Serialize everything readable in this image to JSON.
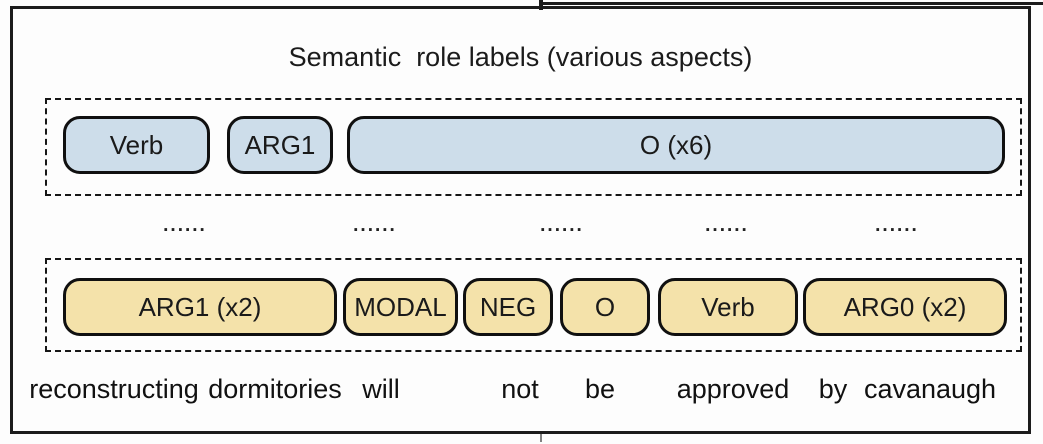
{
  "title": "Semantic  role labels (various aspects)",
  "ellipsis": {
    "dots": "......"
  },
  "top_group": {
    "tags": [
      {
        "text": "Verb"
      },
      {
        "text": "ARG1"
      },
      {
        "text": "O (x6)"
      }
    ]
  },
  "bottom_group": {
    "tags": [
      {
        "text": "ARG1 (x2)"
      },
      {
        "text": "MODAL"
      },
      {
        "text": "NEG"
      },
      {
        "text": "O"
      },
      {
        "text": "Verb"
      },
      {
        "text": "ARG0 (x2)"
      }
    ]
  },
  "sentence": {
    "full": "reconstructing dormitories will not be approved by cavanaugh",
    "words": [
      {
        "text": "reconstructing"
      },
      {
        "text": "dormitories"
      },
      {
        "text": "will"
      },
      {
        "text": "not"
      },
      {
        "text": "be"
      },
      {
        "text": "approved"
      },
      {
        "text": "by"
      },
      {
        "text": "cavanaugh"
      }
    ]
  },
  "colors": {
    "tag_blue_fill": "#cdddea",
    "tag_yellow_fill": "#f4e2aa",
    "line": "#1c1c1c"
  }
}
